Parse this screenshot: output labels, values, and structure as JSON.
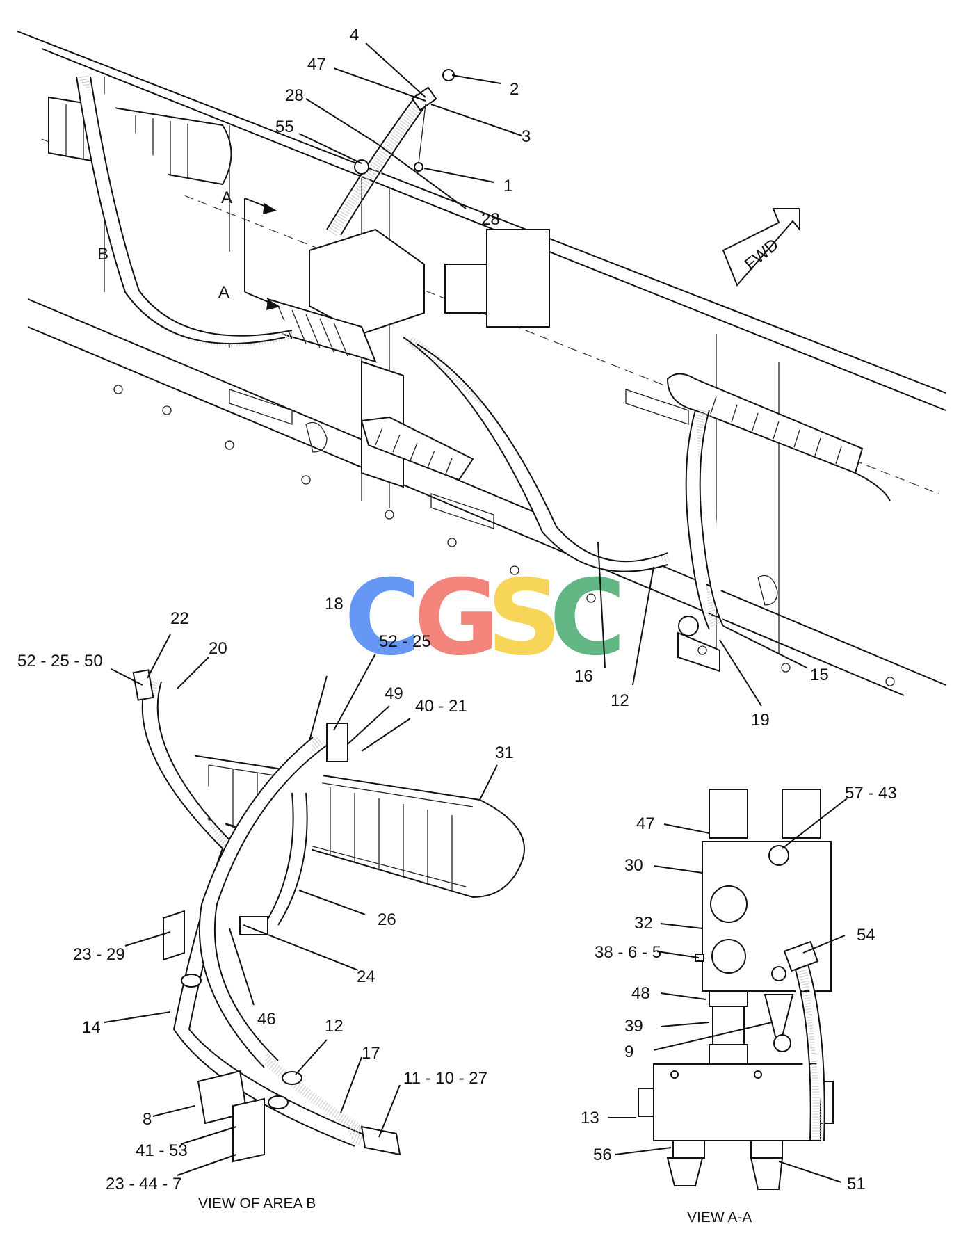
{
  "callouts": {
    "c4": "4",
    "c47a": "47",
    "c2": "2",
    "c28a": "28",
    "c3": "3",
    "c55": "55",
    "c1": "1",
    "c28b": "28",
    "cA1": "A",
    "cA2": "A",
    "cB": "B",
    "fwd": "FWD",
    "c22": "22",
    "c20": "20",
    "c18": "18",
    "c52_25_50": "52 - 25 - 50",
    "c52_25": "52 - 25",
    "c49": "49",
    "c40_21": "40 - 21",
    "c31": "31",
    "c16": "16",
    "c12a": "12",
    "c15": "15",
    "c19": "19",
    "c26": "26",
    "c23_29": "23 - 29",
    "c24": "24",
    "c46": "46",
    "c14": "14",
    "c12b": "12",
    "c17": "17",
    "c11_10_27": "11 - 10 - 27",
    "c8": "8",
    "c41_53": "41 - 53",
    "c23_44_7": "23 - 44 - 7",
    "c47b": "47",
    "c57_43": "57 - 43",
    "c30": "30",
    "c32": "32",
    "c38_6_5": "38 - 6 - 5",
    "c54": "54",
    "c48": "48",
    "c39": "39",
    "c9": "9",
    "c13": "13",
    "c56": "56",
    "c51": "51"
  },
  "view_labels": {
    "area_b": "VIEW OF AREA B",
    "view_aa": "VIEW A-A"
  },
  "watermark": {
    "letters": [
      "C",
      "G",
      "S",
      "C"
    ],
    "colors": [
      "#5b8ff5",
      "#f27b72",
      "#f6d24a",
      "#55b07a"
    ]
  }
}
